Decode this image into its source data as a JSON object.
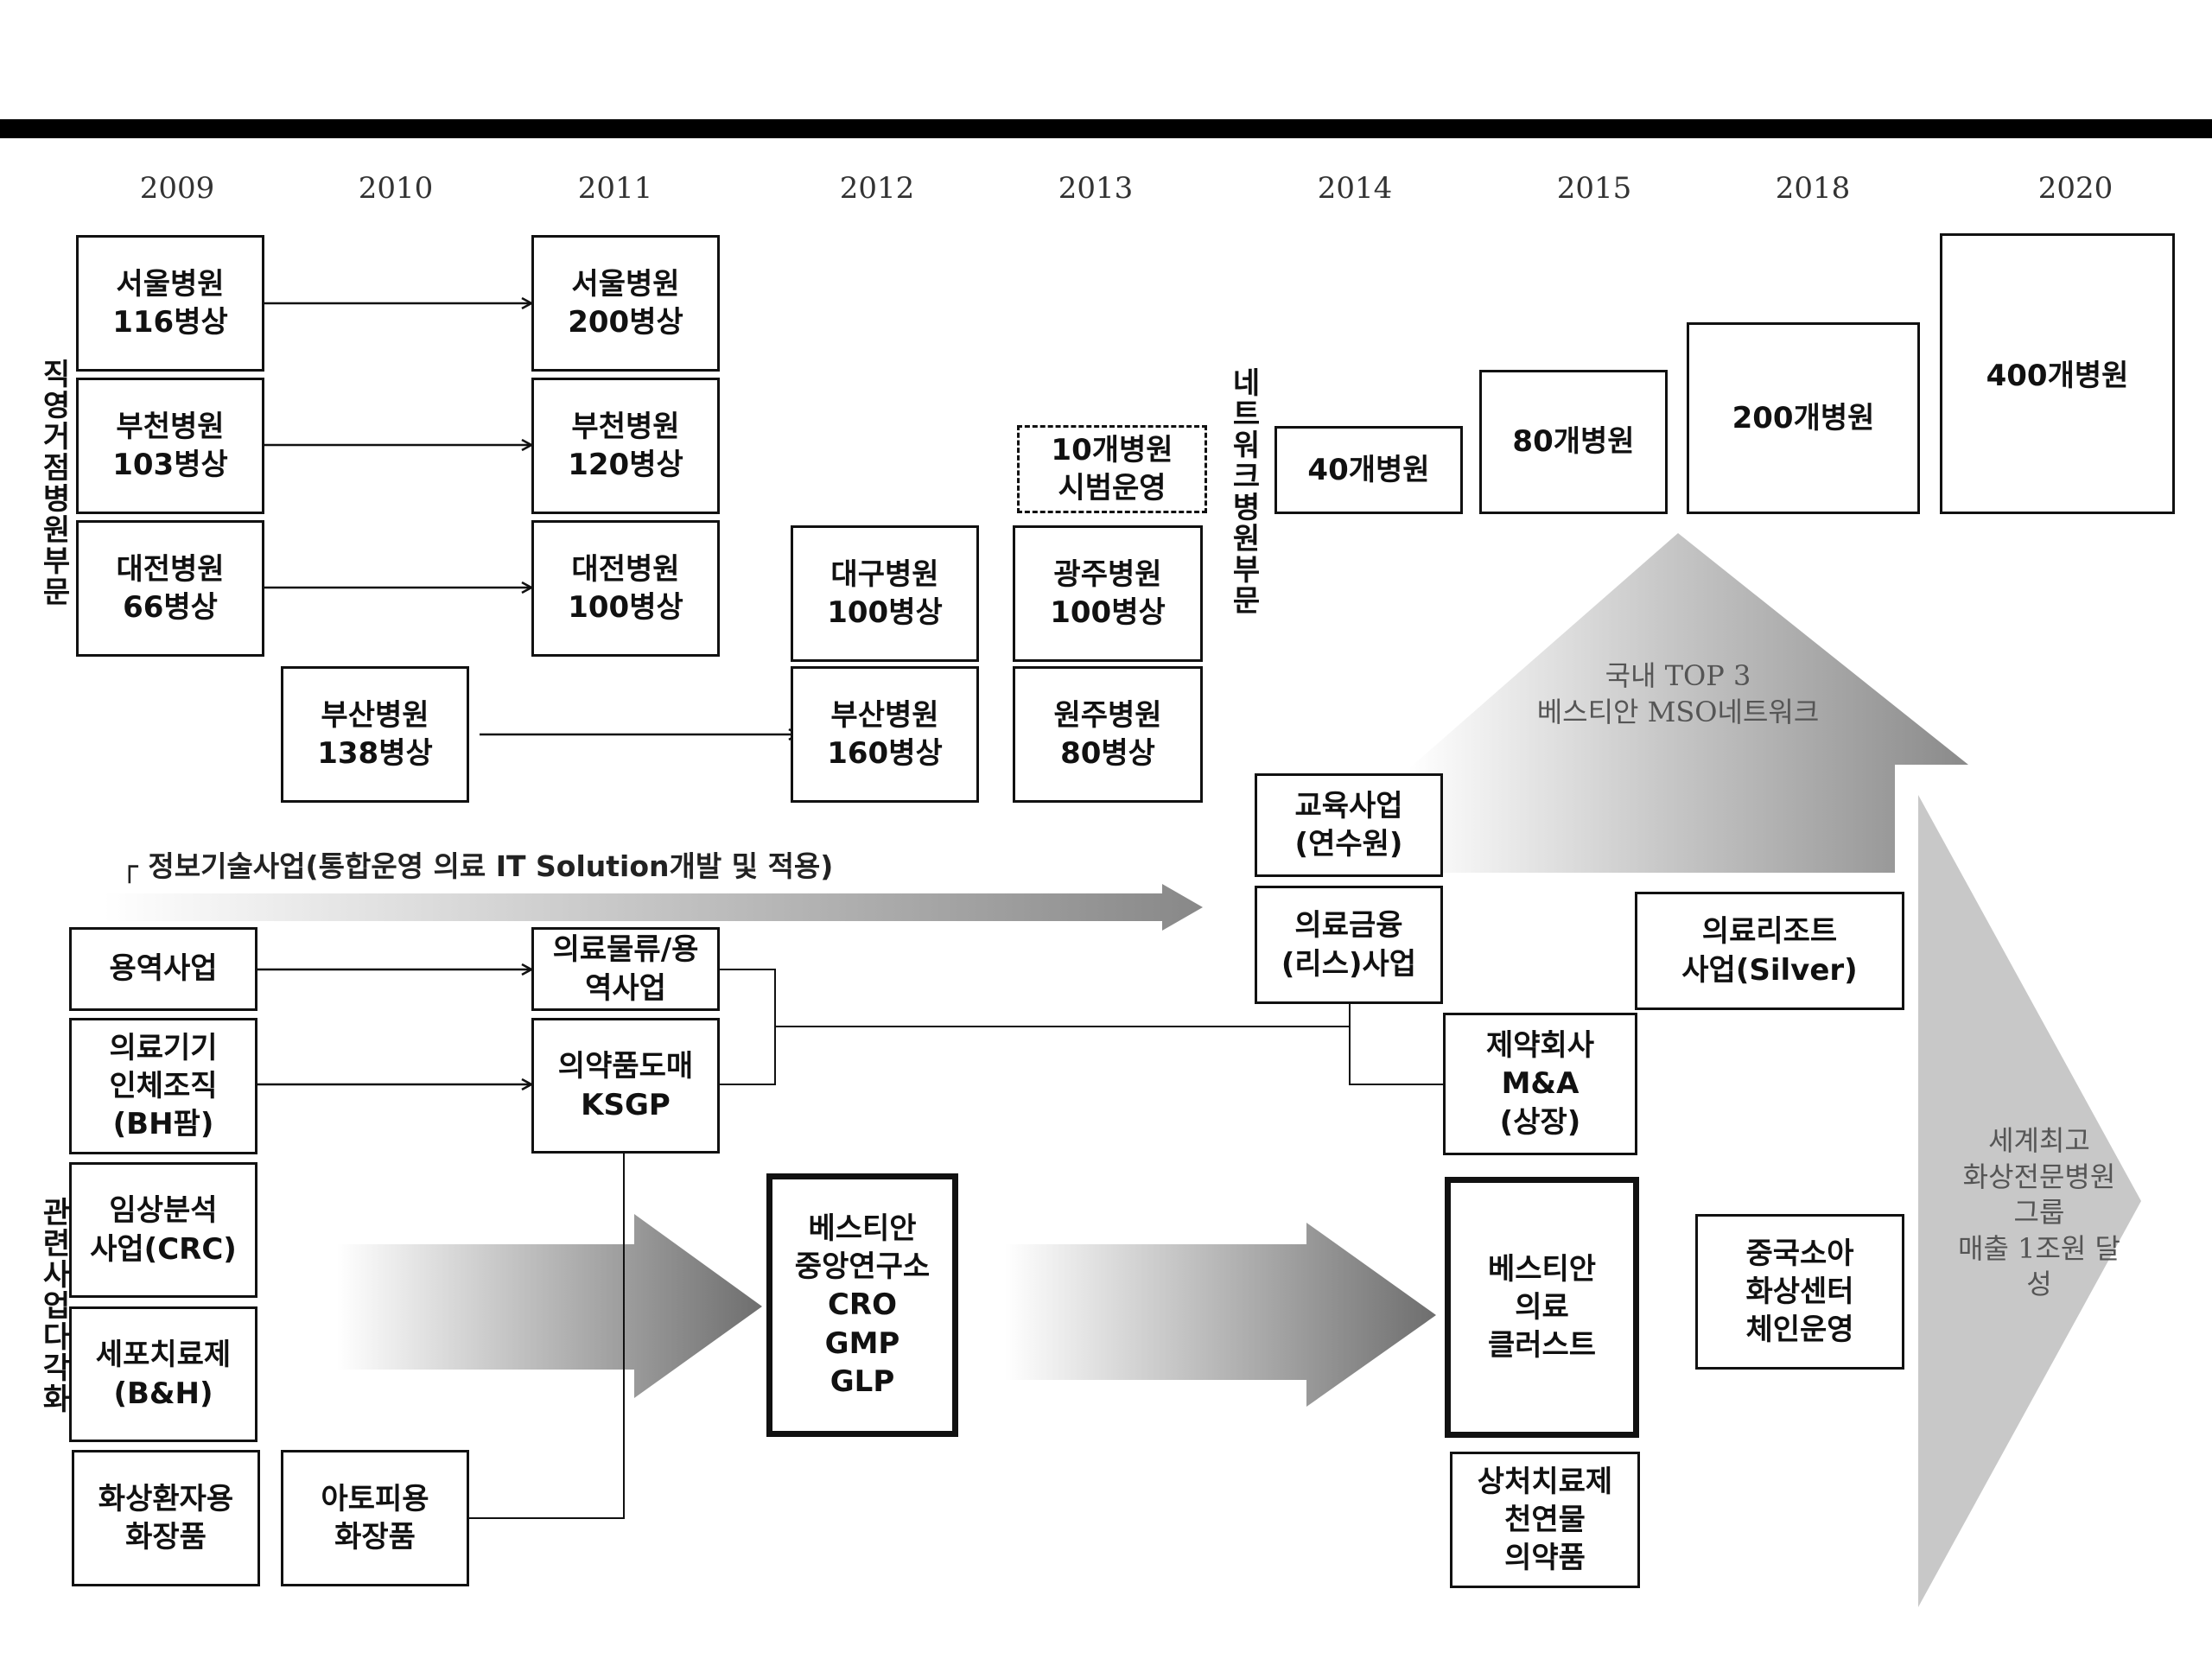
{
  "years": [
    "2009",
    "2010",
    "2011",
    "2012",
    "2013",
    "2014",
    "2015",
    "2018",
    "2020"
  ],
  "section_labels": {
    "direct_hospitals": "직영거점병원부문",
    "network_hospitals": "네트워크병원부문",
    "related_business": "관련사업다각화"
  },
  "boxes": {
    "seoul_2009": "서울병원\n116병상",
    "bucheon_2009": "부천병원\n103병상",
    "daejeon_2009": "대전병원\n66병상",
    "busan_2010": "부산병원\n138병상",
    "seoul_2011": "서울병원\n200병상",
    "bucheon_2011": "부천병원\n120병상",
    "daejeon_2011": "대전병원\n100병상",
    "daegu_2012": "대구병원\n100병상",
    "busan_2012": "부산병원\n160병상",
    "pilot_2013": "10개병원\n시범운영",
    "gwangju_2013": "광주병원\n100병상",
    "wonju_2013": "원주병원\n80병상",
    "net_2014": "40개병원",
    "net_2015": "80개병원",
    "net_2018": "200개병원",
    "net_2020": "400개병원",
    "service": "용역사업",
    "device": "의료기기\n인체조직\n(BH팜)",
    "crc": "임상분석\n사업(CRC)",
    "cell": "세포치료제\n(B&H)",
    "burn_cosmetic": "화상환자용\n화장품",
    "atopy_cosmetic": "아토피용\n화장품",
    "logistics": "의료물류/용\n역사업",
    "wholesale": "의약품도매\nKSGP",
    "research": "베스티안\n중앙연구소\nCRO\nGMP\nGLP",
    "education": "교육사업\n(연수원)",
    "finance": "의료금융\n(리스)사업",
    "pharma": "제약회사\nM&A\n(상장)",
    "resort": "의료리조트\n사업(Silver)",
    "cluster": "베스티안\n의료\n클러스트",
    "wound": "상처치료제\n천연물\n의약품",
    "china": "중국소아\n화상센터\n체인운영"
  },
  "it_label": "┌ 정보기술사업(통합운영 의료 IT Solution개발 및 적용)",
  "annotations": {
    "mso": "국내 TOP 3\n베스티안 MSO네트워크",
    "goal": "세계최고\n화상전문병원그룹\n매출 1조원 달성"
  },
  "colors": {
    "line": "#111111",
    "arrow_dark": "#7a7a7a",
    "arrow_light": "#cfcfcf",
    "annotation": "#555555"
  }
}
